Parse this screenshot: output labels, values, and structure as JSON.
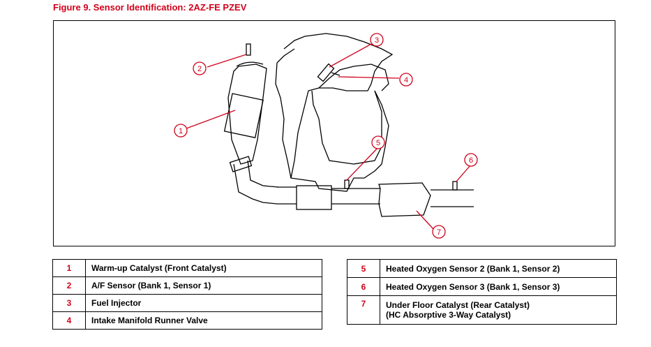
{
  "figure": {
    "title": "Figure 9.  Sensor Identification:  2AZ-FE PZEV",
    "callouts": [
      "1",
      "2",
      "3",
      "4",
      "5",
      "6",
      "7"
    ]
  },
  "legend_left": [
    {
      "num": "1",
      "label": "Warm-up Catalyst (Front Catalyst)"
    },
    {
      "num": "2",
      "label": "A/F Sensor (Bank 1, Sensor 1)"
    },
    {
      "num": "3",
      "label": "Fuel Injector"
    },
    {
      "num": "4",
      "label": "Intake Manifold Runner Valve"
    }
  ],
  "legend_right": [
    {
      "num": "5",
      "label": "Heated Oxygen Sensor 2 (Bank 1, Sensor 2)"
    },
    {
      "num": "6",
      "label": "Heated Oxygen Sensor 3 (Bank 1, Sensor 3)"
    },
    {
      "num": "7",
      "label": "Under Floor Catalyst (Rear Catalyst)",
      "label2": "(HC Absorptive 3-Way Catalyst)"
    }
  ],
  "colors": {
    "accent": "#d0021b",
    "line": "#000000"
  }
}
